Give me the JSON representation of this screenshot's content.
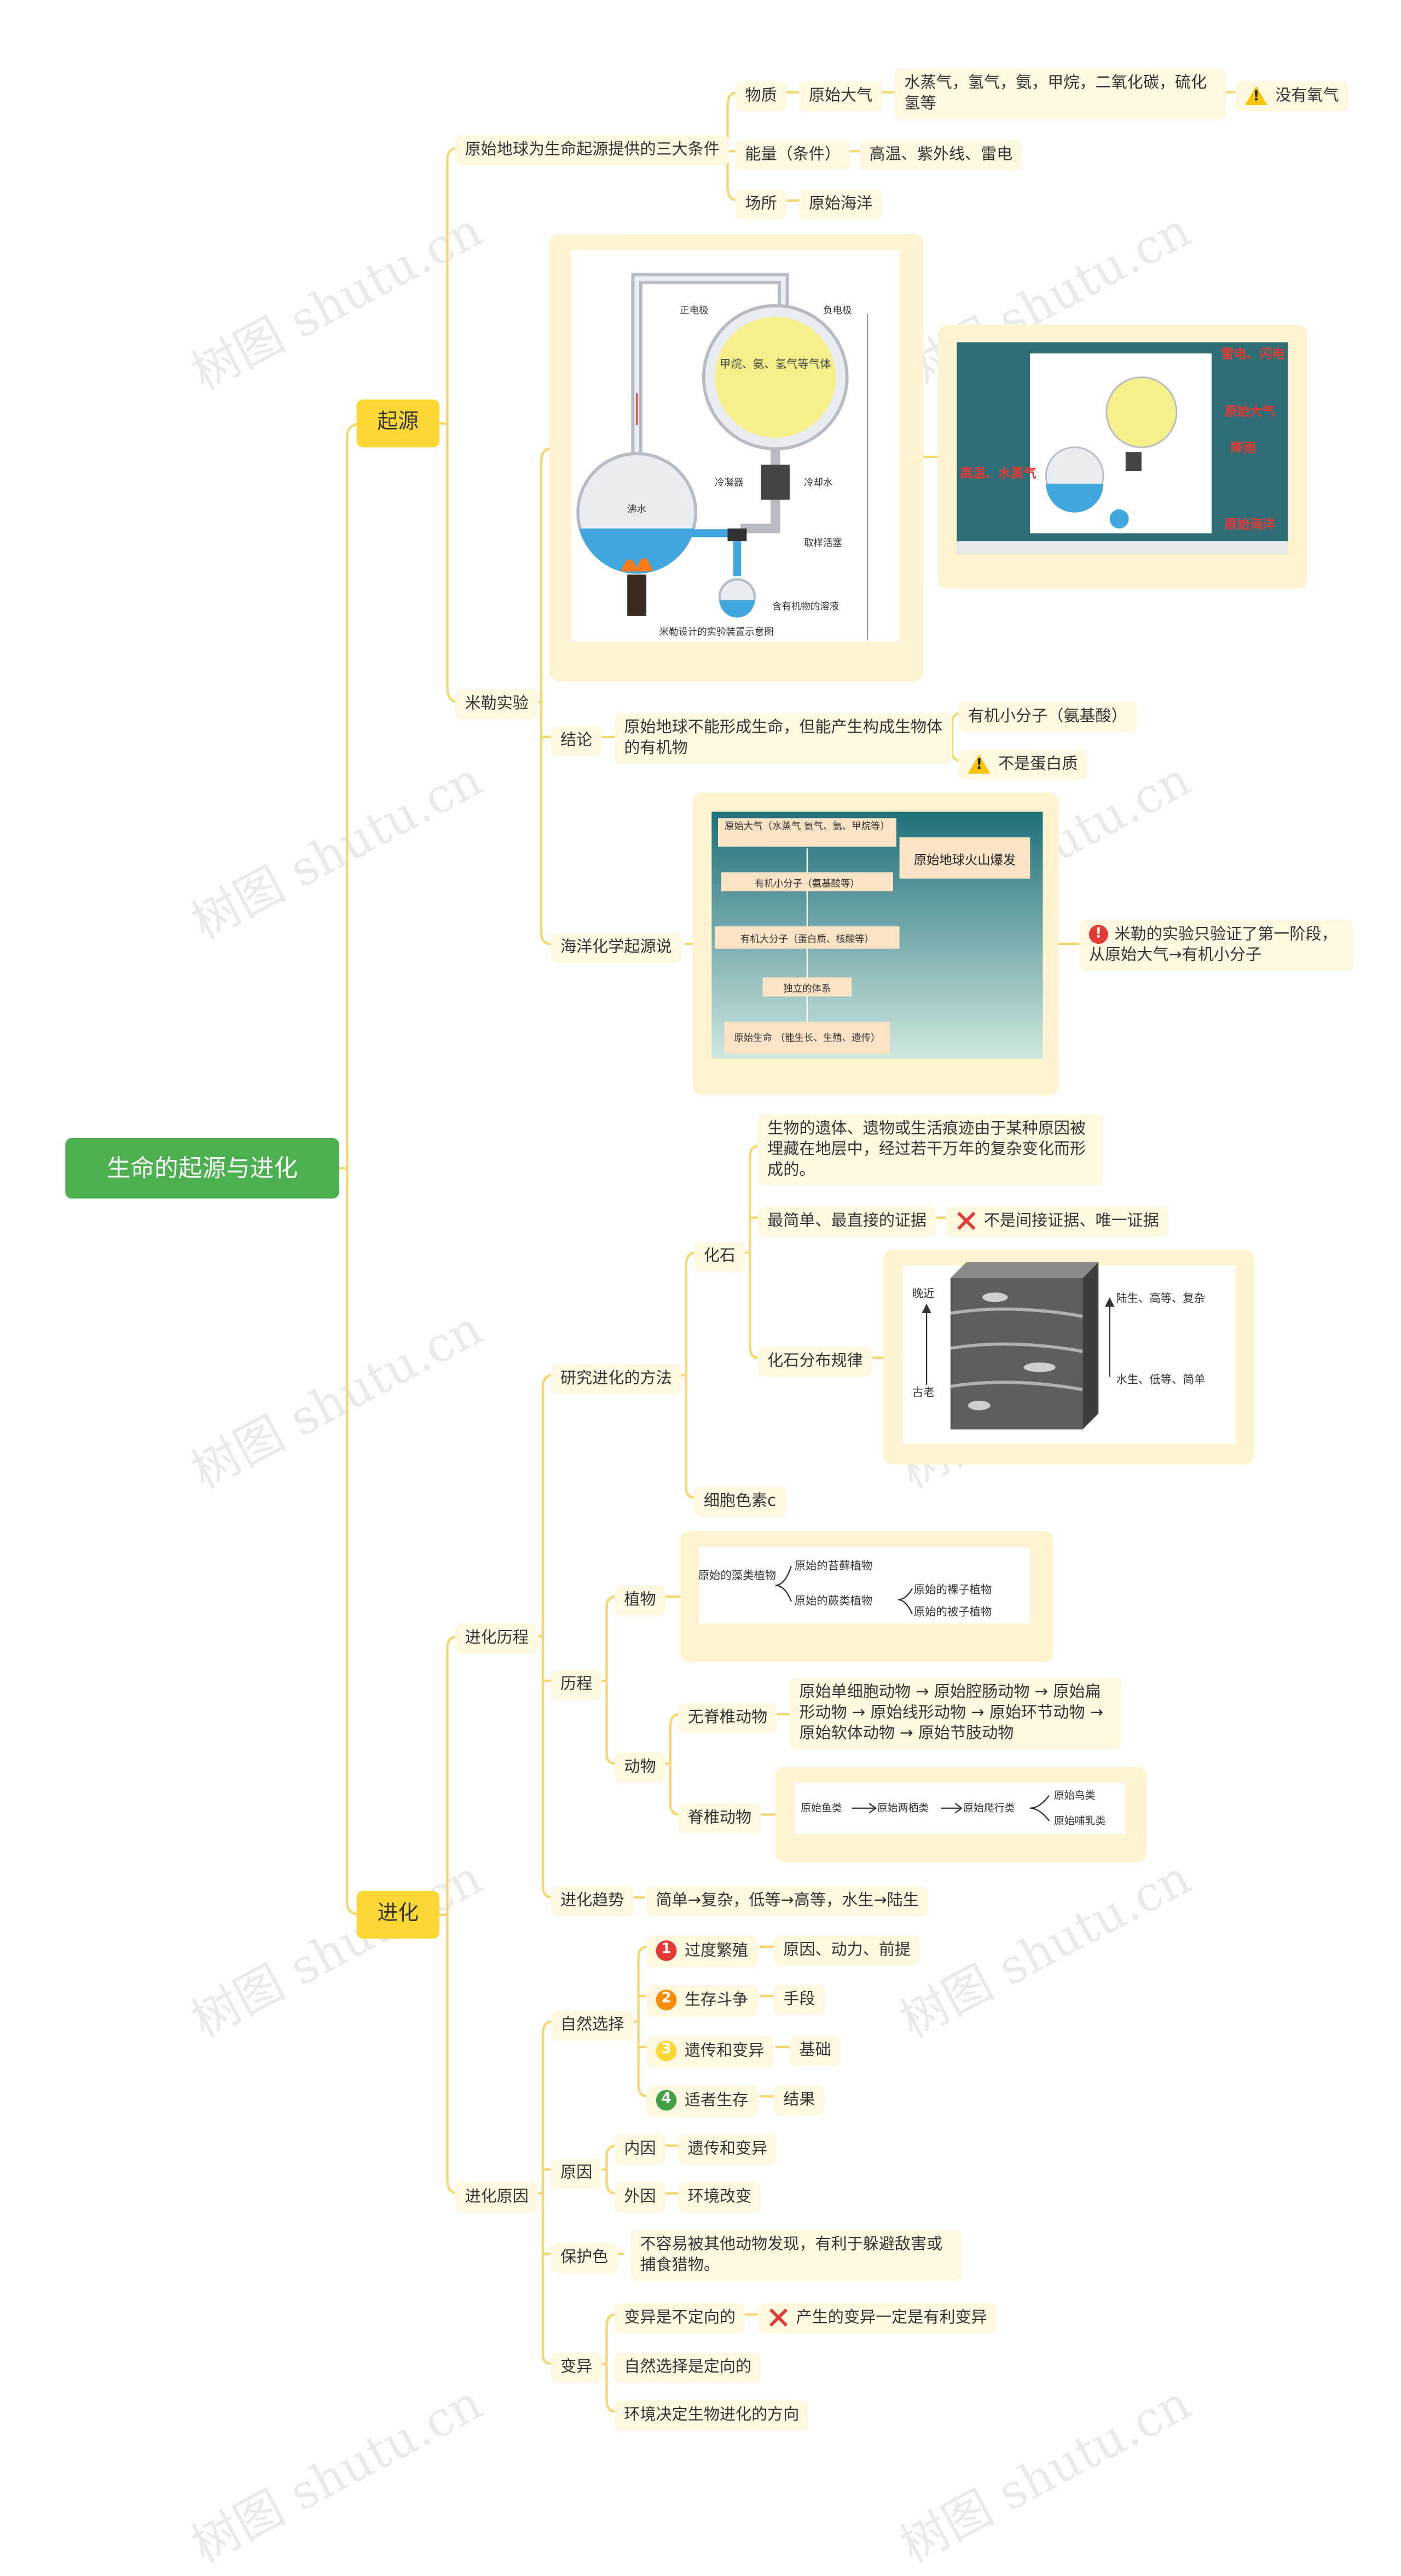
{
  "root": "生命的起源与进化",
  "origin": {
    "title": "起源",
    "conditions": {
      "label": "原始地球为生命起源提供的三大条件",
      "matter": "物质",
      "atmosphere": "原始大气",
      "gases": "水蒸气，氢气，氨，甲烷，二氧化碳，硫化氢等",
      "no_oxygen": "没有氧气",
      "energy": "能量（条件）",
      "energy_value": "高温、紫外线、雷电",
      "place": "场所",
      "place_value": "原始海洋"
    },
    "miller": {
      "label": "米勒实验",
      "diagram": {
        "positive": "正电极",
        "negative": "负电极",
        "gas": "甲烷、氨、氢气等气体",
        "boiling": "沸水",
        "condenser": "冷凝器",
        "cooling": "冷却水",
        "stopcock": "取样活塞",
        "solution": "含有机物的溶液",
        "caption": "米勒设计的实验装置示意图"
      },
      "photo_labels": {
        "lightning": "雷电、闪电",
        "atmosphere": "原始大气",
        "rain": "降雨",
        "heat": "高温、水蒸气",
        "ocean": "原始海洋"
      },
      "conclusion": {
        "label": "结论",
        "text": "原始地球不能形成生命，但能产生构成生物体的有机物",
        "small_molecules": "有机小分子（氨基酸）",
        "not_protein": "不是蛋白质"
      },
      "ocean_theory": {
        "label": "海洋化学起源说",
        "steps": [
          "原始大气（水蒸气\n氨气、氨、甲烷等）",
          "有机小分子（氨基酸等）",
          "有机大分子（蛋白质、核酸等）",
          "独立的体系",
          "原始生命\n（能生长、生殖、遗传）"
        ],
        "volcano": "原始地球火山爆发",
        "note": "米勒的实验只验证了第一阶段，从原始大气→有机小分子"
      }
    }
  },
  "evolution": {
    "title": "进化",
    "methods": {
      "label": "研究进化的方法",
      "fossil": "化石",
      "fossil_def": "生物的遗体、遗物或生活痕迹由于某种原因被埋藏在地层中，经过若干万年的复杂变化而形成的。",
      "evidence": "最简单、最直接的证据",
      "not_evidence": "不是间接证据、唯一证据",
      "distribution": "化石分布规律",
      "late": "晚近",
      "old": "古老",
      "high": "陆生、高等、复杂",
      "low": "水生、低等、简单",
      "cytochrome": "细胞色素c"
    },
    "history": {
      "label": "进化历程",
      "course": "历程",
      "plants": "植物",
      "plant_algae": "原始的藻类植物",
      "plant_moss": "原始的苔藓植物",
      "plant_fern": "原始的蕨类植物",
      "plant_gymno": "原始的裸子植物",
      "plant_angio": "原始的被子植物",
      "animals": "动物",
      "invertebrates": "无脊椎动物",
      "invert_seq": "原始单细胞动物 → 原始腔肠动物 → 原始扁形动物 → 原始线形动物 → 原始环节动物 → 原始软体动物 → 原始节肢动物",
      "vertebrates": "脊椎动物",
      "fish": "原始鱼类",
      "amphibian": "原始两栖类",
      "reptile": "原始爬行类",
      "bird": "原始鸟类",
      "mammal": "原始哺乳类",
      "trend": "进化趋势",
      "trend_value": "简单→复杂，低等→高等，水生→陆生"
    },
    "causes": {
      "label": "进化原因",
      "natural_selection": "自然选择",
      "ns_items": [
        {
          "num": "1",
          "label": "过度繁殖",
          "value": "原因、动力、前提",
          "color": "#e53935"
        },
        {
          "num": "2",
          "label": "生存斗争",
          "value": "手段",
          "color": "#fb8c00"
        },
        {
          "num": "3",
          "label": "遗传和变异",
          "value": "基础",
          "color": "#fdd835"
        },
        {
          "num": "4",
          "label": "适者生存",
          "value": "结果",
          "color": "#43a047"
        }
      ],
      "reason": "原因",
      "internal": "内因",
      "internal_value": "遗传和变异",
      "external": "外因",
      "external_value": "环境改变",
      "camouflage": "保护色",
      "camouflage_value": "不容易被其他动物发现，有利于躲避敌害或捕食猎物。",
      "variation": "变异",
      "var1": "变异是不定向的",
      "var1_x": "产生的变异一定是有利变异",
      "var2": "自然选择是定向的",
      "var3": "环境决定生物进化的方向"
    }
  },
  "watermark": "树图 shutu.cn",
  "colors": {
    "line": "#f5d76e",
    "root": "#4caf50",
    "main": "#fdd835",
    "node": "#fff8e1"
  }
}
